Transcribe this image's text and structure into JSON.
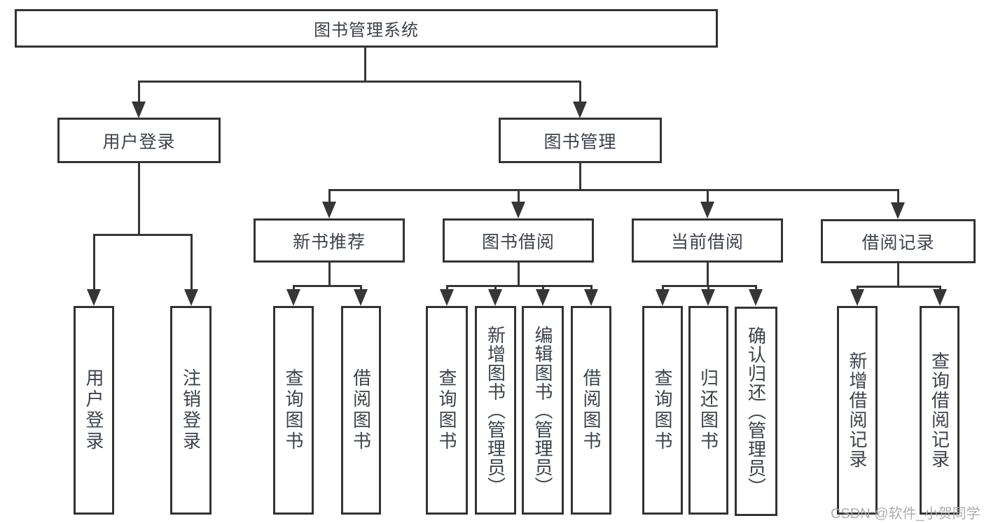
{
  "tree": {
    "label": "图书管理系统",
    "children": [
      {
        "label": "用户登录",
        "children": [
          {
            "label": "用户登录"
          },
          {
            "label": "注销登录"
          }
        ]
      },
      {
        "label": "图书管理",
        "children": [
          {
            "label": "新书推荐",
            "children": [
              {
                "label": "查询图书"
              },
              {
                "label": "借阅图书"
              }
            ]
          },
          {
            "label": "图书借阅",
            "children": [
              {
                "label": "查询图书"
              },
              {
                "label": "新增图书（管理员）"
              },
              {
                "label": "编辑图书（管理员）"
              },
              {
                "label": "借阅图书"
              }
            ]
          },
          {
            "label": "当前借阅",
            "children": [
              {
                "label": "查询图书"
              },
              {
                "label": "归还图书"
              },
              {
                "label": "确认归还（管理员）"
              }
            ]
          },
          {
            "label": "借阅记录",
            "children": [
              {
                "label": "新增借阅记录"
              },
              {
                "label": "查询借阅记录"
              }
            ]
          }
        ]
      }
    ]
  },
  "watermark": {
    "text": "CSDN @软件_小贺同学"
  },
  "colors": {
    "line": "#363636",
    "text": "#3d424b",
    "watermark": "#a6a6a6",
    "background": "#ffffff"
  }
}
